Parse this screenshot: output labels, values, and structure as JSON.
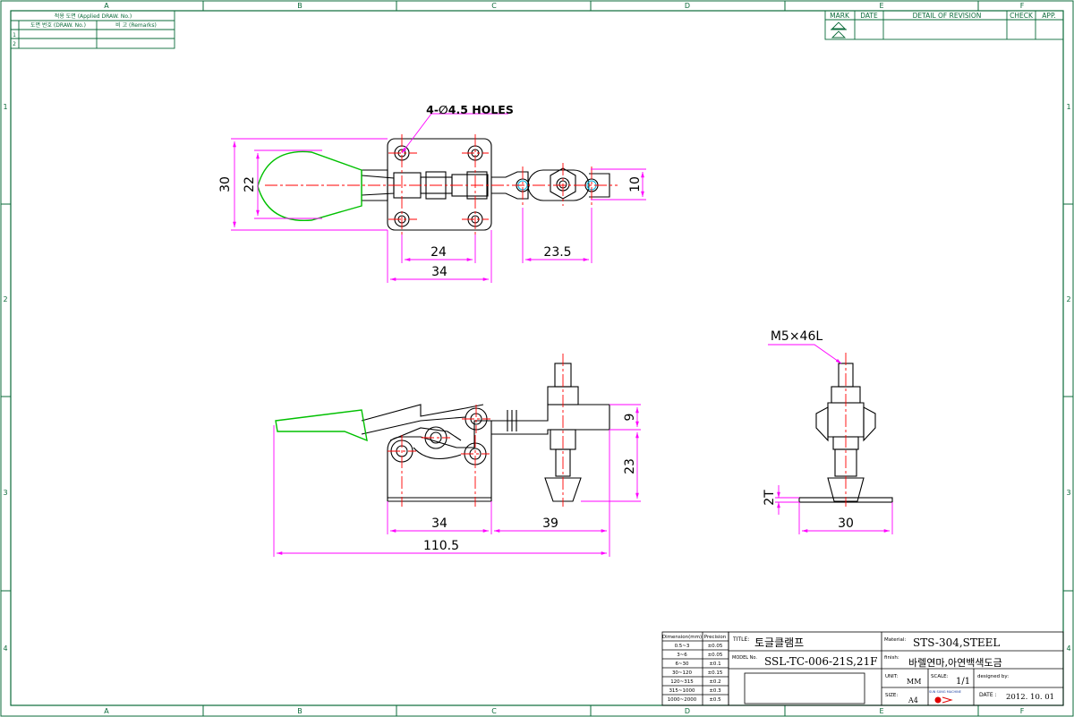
{
  "zones": {
    "columns": [
      "A",
      "B",
      "C",
      "D",
      "E",
      "F"
    ],
    "rows": [
      "1",
      "2",
      "3",
      "4"
    ]
  },
  "applied_table": {
    "title": "적용 도면 (Applied DRAW. No.)",
    "col1": "도면 번호 (DRAW. No.)",
    "col2": "비 고 (Remarks)",
    "row_nums": [
      "1",
      "2"
    ]
  },
  "revision_block": {
    "mark": "MARK",
    "date": "DATE",
    "detail": "DETAIL OF REVISION",
    "check": "CHECK",
    "app": "APP."
  },
  "top_view": {
    "holes_note": "4-∅4.5 HOLES",
    "dims": {
      "d30": "30",
      "d22": "22",
      "d10": "10",
      "d24": "24",
      "d34": "34",
      "d23_5": "23.5"
    }
  },
  "front_view": {
    "dims": {
      "d9": "9",
      "d23": "23",
      "d34": "34",
      "d39": "39",
      "d110_5": "110.5"
    }
  },
  "side_view": {
    "bolt_note": "M5×46L",
    "dims": {
      "d2t": "2T",
      "d30": "30"
    }
  },
  "precision_table": {
    "header_dim": "Dimension(mm)",
    "header_prec": "Precision",
    "rows": [
      {
        "range": "0.5~3",
        "tol": "±0.05"
      },
      {
        "range": "3~6",
        "tol": "±0.05"
      },
      {
        "range": "6~30",
        "tol": "±0.1"
      },
      {
        "range": "30~120",
        "tol": "±0.15"
      },
      {
        "range": "120~315",
        "tol": "±0.2"
      },
      {
        "range": "315~1000",
        "tol": "±0.3"
      },
      {
        "range": "1000~2000",
        "tol": "±0.5"
      }
    ]
  },
  "title_block": {
    "title_label": "TITLE:",
    "title": "토글클램프",
    "model_label": "MODEL No.",
    "model": "SSL-TC-006-21S,21F",
    "material_label": "Material:",
    "material": "STS-304,STEEL",
    "finish_label": "finish:",
    "finish": "바렐연마,아연백색도금",
    "unit_label": "UNIT:",
    "unit": "MM",
    "scale_label": "SCALE:",
    "scale": "1/1",
    "designed_label": "designed by:",
    "size_label": "SIZE:",
    "size": "A4",
    "logo_text": "SUN SUNG MACHINE",
    "date_label": "DATE :",
    "date": "2012. 10. 01"
  },
  "colors": {
    "outline": "#000000",
    "frame": "#0b6b3a",
    "dimension": "#ff00ff",
    "center": "#ff0000",
    "handle": "#00c000",
    "detail": "#00b4e0"
  }
}
